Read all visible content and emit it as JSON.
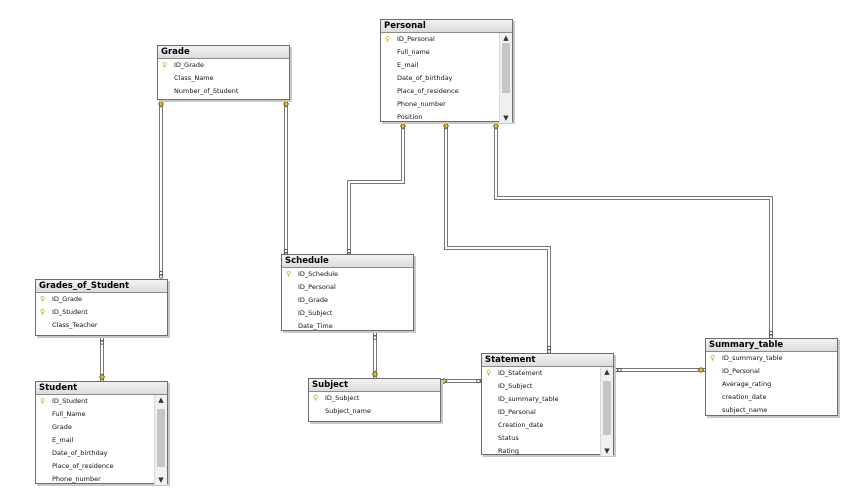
{
  "tables": {
    "grade": {
      "title": "Grade",
      "rows": [
        {
          "label": "ID_Grade",
          "pk": true
        },
        {
          "label": "Class_Name",
          "pk": false
        },
        {
          "label": "Number_of_Student",
          "pk": false
        }
      ]
    },
    "personal": {
      "title": "Personal",
      "rows": [
        {
          "label": "ID_Personal",
          "pk": true
        },
        {
          "label": "Full_name",
          "pk": false
        },
        {
          "label": "E_mail",
          "pk": false
        },
        {
          "label": "Date_of_birthday",
          "pk": false
        },
        {
          "label": "Place_of_residence",
          "pk": false
        },
        {
          "label": "Phone_number",
          "pk": false
        },
        {
          "label": "Position",
          "pk": false
        }
      ]
    },
    "grades_of_student": {
      "title": "Grades_of_Student",
      "rows": [
        {
          "label": "ID_Grade",
          "pk": true
        },
        {
          "label": "ID_Student",
          "pk": true
        },
        {
          "label": "Class_Teacher",
          "pk": false
        }
      ]
    },
    "schedule": {
      "title": "Schedule",
      "rows": [
        {
          "label": "ID_Schedule",
          "pk": true
        },
        {
          "label": "ID_Personal",
          "pk": false
        },
        {
          "label": "ID_Grade",
          "pk": false
        },
        {
          "label": "ID_Subject",
          "pk": false
        },
        {
          "label": "Date_Time",
          "pk": false
        }
      ]
    },
    "student": {
      "title": "Student",
      "rows": [
        {
          "label": "ID_Student",
          "pk": true
        },
        {
          "label": "Full_Name",
          "pk": false
        },
        {
          "label": "Grade",
          "pk": false
        },
        {
          "label": "E_mail",
          "pk": false
        },
        {
          "label": "Date_of_birthday",
          "pk": false
        },
        {
          "label": "Place_of_residence",
          "pk": false
        },
        {
          "label": "Phone_number",
          "pk": false
        }
      ]
    },
    "subject": {
      "title": "Subject",
      "rows": [
        {
          "label": "ID_Subject",
          "pk": true
        },
        {
          "label": "Subject_name",
          "pk": false
        }
      ]
    },
    "statement": {
      "title": "Statement",
      "rows": [
        {
          "label": "ID_Statement",
          "pk": true
        },
        {
          "label": "ID_Subject",
          "pk": false
        },
        {
          "label": "ID_summary_table",
          "pk": false
        },
        {
          "label": "ID_Personal",
          "pk": false
        },
        {
          "label": "Creation_date",
          "pk": false
        },
        {
          "label": "Status",
          "pk": false
        },
        {
          "label": "Rating",
          "pk": false
        }
      ]
    },
    "summary_table": {
      "title": "Summary_table",
      "rows": [
        {
          "label": "ID_summary_table",
          "pk": true
        },
        {
          "label": "ID_Personal",
          "pk": false
        },
        {
          "label": "Average_rating",
          "pk": false
        },
        {
          "label": "creation_date",
          "pk": false
        },
        {
          "label": "subject_name",
          "pk": false
        }
      ]
    }
  },
  "colors": {
    "key_icon": "#c9a400",
    "line": "#777777",
    "header": "#e4e4e4"
  },
  "icons": {
    "primary_key": "key-icon",
    "relationship_one": "key-endpoint-icon",
    "relationship_many": "infinity-endpoint-icon"
  }
}
